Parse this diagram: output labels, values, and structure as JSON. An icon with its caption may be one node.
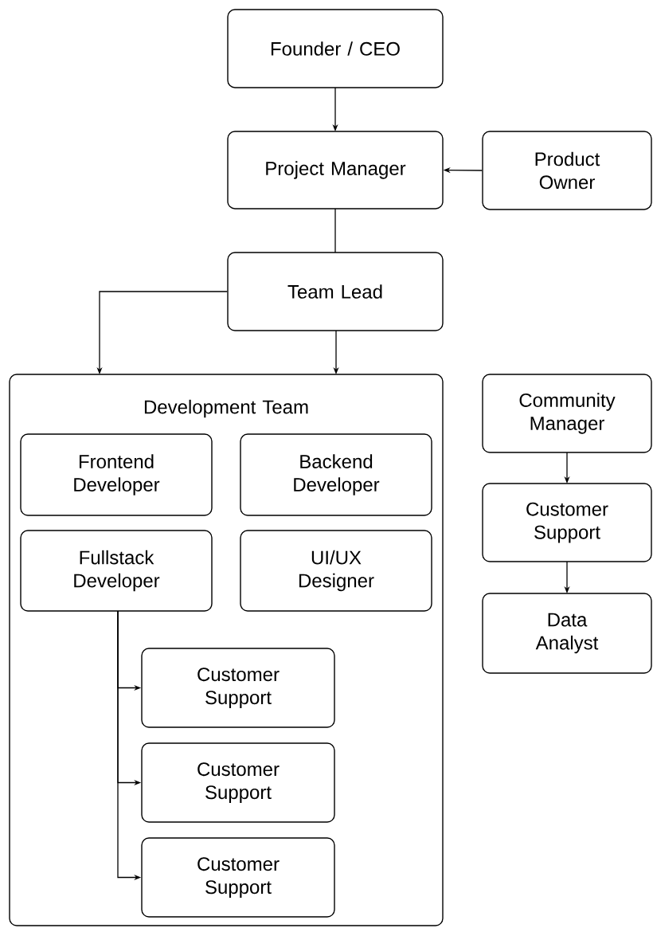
{
  "diagram": {
    "nodes": [
      {
        "text": [
          "Founder / CEO"
        ]
      },
      {
        "text": [
          "Project Manager"
        ]
      },
      {
        "text": [
          "Product Owner"
        ]
      },
      {
        "text": [
          "Team Lead"
        ]
      },
      {
        "text": [
          "Development Team"
        ]
      },
      {
        "text": [
          "Frontend Developer"
        ],
        "in": 4
      },
      {
        "text": [
          "Backend Developer"
        ],
        "in": 4
      },
      {
        "text": [
          "Fullstack Developer"
        ],
        "in": 4
      },
      {
        "text": [
          "UI/UX Designer"
        ],
        "in": 4
      },
      {
        "text": [
          "Customer Support"
        ],
        "in": 4
      },
      {
        "text": [
          "Customer Support"
        ],
        "in": 4
      },
      {
        "text": [
          "Customer Support"
        ],
        "in": 4
      },
      {
        "text": [
          "Community Manager"
        ]
      },
      {
        "text": [
          "Customer Support"
        ]
      },
      {
        "text": [
          "Data Analyst"
        ]
      }
    ],
    "edges": [
      {
        "from": 0,
        "to": 1,
        "arrow": "to"
      },
      {
        "from": 2,
        "to": 1,
        "arrow": "to"
      },
      {
        "from": 1,
        "to": 3,
        "arrow": "none"
      },
      {
        "from": 3,
        "to": 4,
        "arrow": "to"
      },
      {
        "from": 3,
        "to": 4,
        "arrow": "to"
      },
      {
        "from": 7,
        "to": 9,
        "arrow": "to"
      },
      {
        "from": 7,
        "to": 10,
        "arrow": "to"
      },
      {
        "from": 7,
        "to": 11,
        "arrow": "to"
      },
      {
        "from": 12,
        "to": 13,
        "arrow": "to"
      },
      {
        "from": 13,
        "to": 14,
        "arrow": "to"
      }
    ]
  }
}
